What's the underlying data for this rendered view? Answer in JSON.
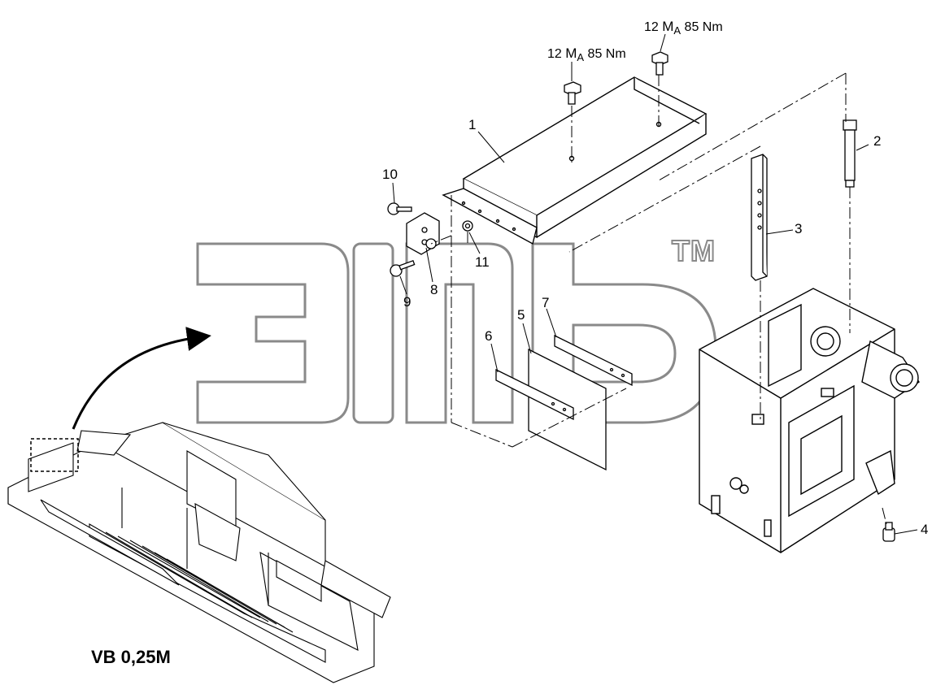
{
  "callouts": {
    "c1": "1",
    "c2": "2",
    "c3": "3",
    "c4": "4",
    "c5": "5",
    "c6": "6",
    "c7": "7",
    "c8": "8",
    "c9": "9",
    "c10": "10",
    "c11": "11"
  },
  "torque_labels": [
    {
      "number": "12",
      "m": "M",
      "sub": "A",
      "value": "85 Nm"
    },
    {
      "number": "12",
      "m": "M",
      "sub": "A",
      "value": "85 Nm"
    }
  ],
  "model_label": "VB 0,25M",
  "watermark": {
    "trademark": "TM"
  },
  "colors": {
    "line": "#000000",
    "watermark_stroke": "#8a8a8a",
    "background": "#ffffff"
  }
}
